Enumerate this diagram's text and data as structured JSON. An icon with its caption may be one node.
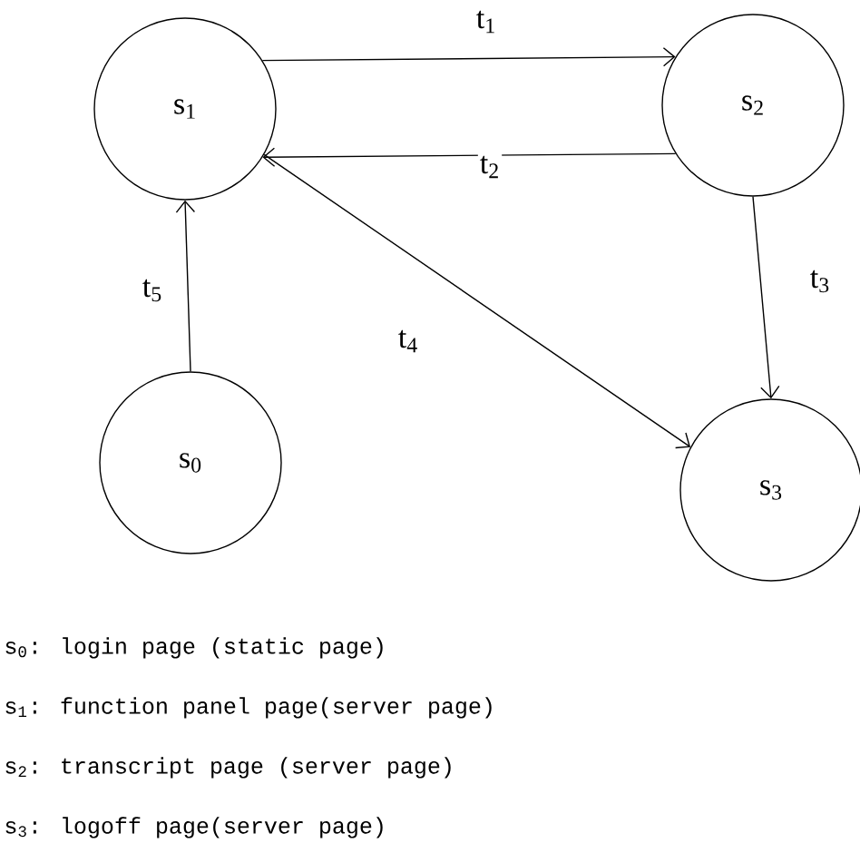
{
  "diagram": {
    "nodes": [
      {
        "text": [
          "s$_{1}$"
        ]
      },
      {
        "text": [
          "s$_{2}$"
        ]
      },
      {
        "text": [
          "s$_{0}$"
        ]
      },
      {
        "text": [
          "s$_{3}$"
        ]
      }
    ],
    "edges": [
      {
        "from": 0,
        "to": 1,
        "arrow": "to",
        "label": "t$_{1}$"
      },
      {
        "from": 1,
        "to": 0,
        "arrow": "to",
        "label": "t$_{2}$"
      },
      {
        "from": 1,
        "to": 3,
        "arrow": "to",
        "label": "t$_{3}$"
      },
      {
        "from": 0,
        "to": 3,
        "arrow": "to",
        "label": "t$_{4}$"
      },
      {
        "from": 2,
        "to": 0,
        "arrow": "to",
        "label": "t$_{5}$"
      }
    ],
    "labels": [
      "s$_{0}$: login page (static page)",
      "s$_{1}$: function panel page(server page)",
      "s$_{2}$: transcript page (server page)",
      "s$_{3}$: logoff page(server page)"
    ]
  }
}
